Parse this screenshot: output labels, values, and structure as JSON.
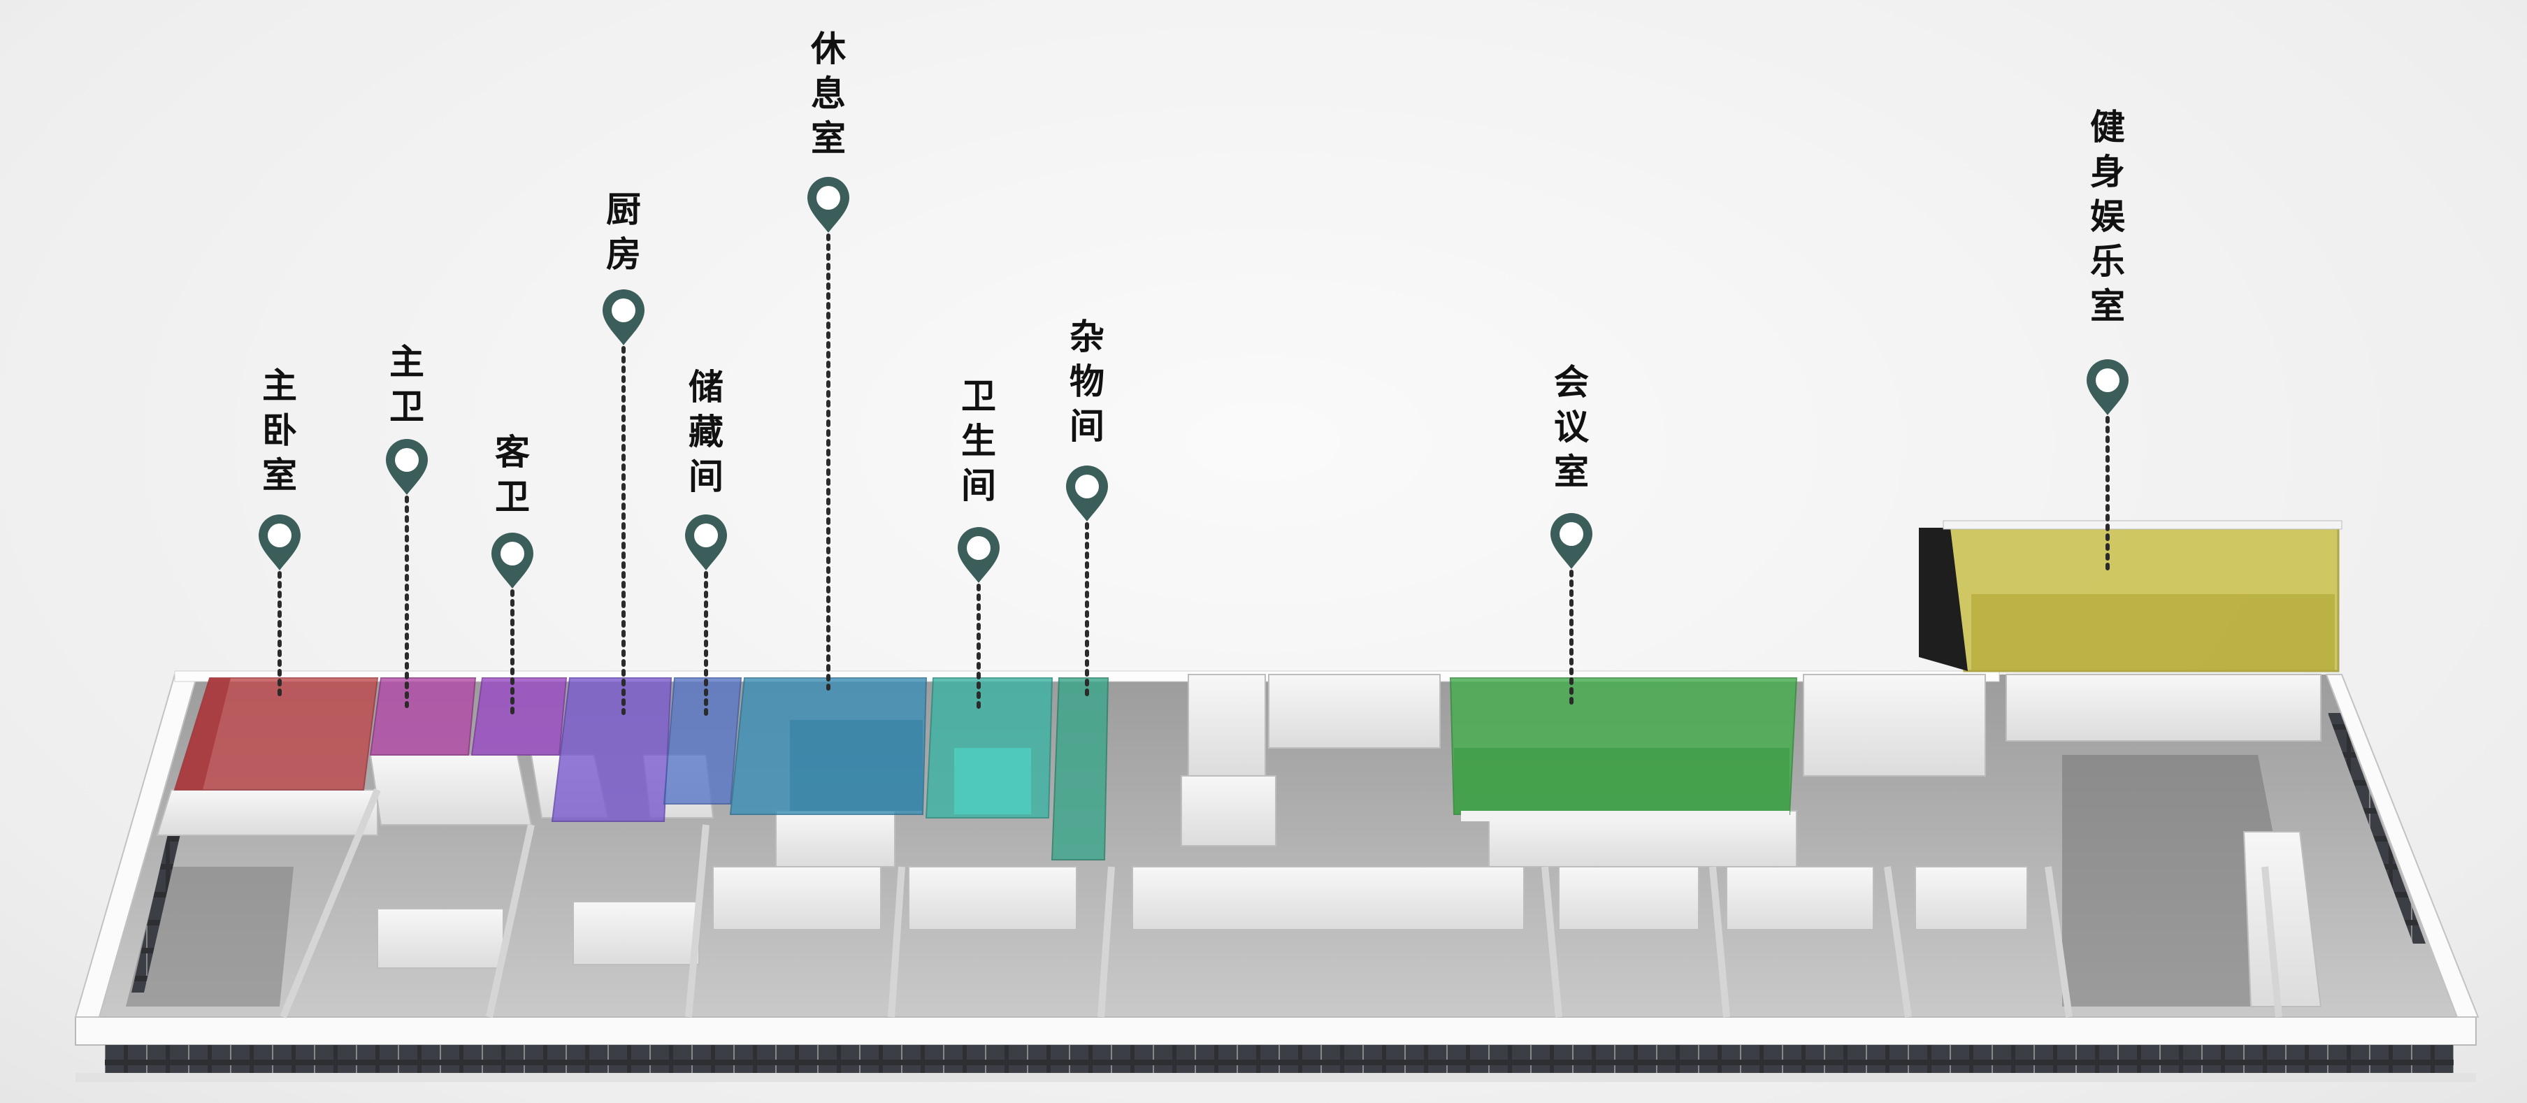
{
  "rooms": [
    {
      "id": "master-bedroom",
      "label": "主卧室",
      "color": "#c0474b"
    },
    {
      "id": "master-bath",
      "label": "主卫",
      "color": "#b44aa8"
    },
    {
      "id": "guest-bath",
      "label": "客卫",
      "color": "#9b4bc6"
    },
    {
      "id": "kitchen",
      "label": "厨房",
      "color": "#7b5bcf"
    },
    {
      "id": "storage",
      "label": "储藏间",
      "color": "#5a77c7"
    },
    {
      "id": "lounge",
      "label": "休息室",
      "color": "#3c8fb6"
    },
    {
      "id": "bathroom",
      "label": "卫生间",
      "color": "#3bb3a4"
    },
    {
      "id": "utility",
      "label": "杂物间",
      "color": "#3aa68a"
    },
    {
      "id": "meeting-room",
      "label": "会议室",
      "color": "#43ad4c"
    },
    {
      "id": "gym",
      "label": "健身娱乐室",
      "color": "#c9c04a"
    }
  ],
  "pin_color": "#3c5e5a"
}
